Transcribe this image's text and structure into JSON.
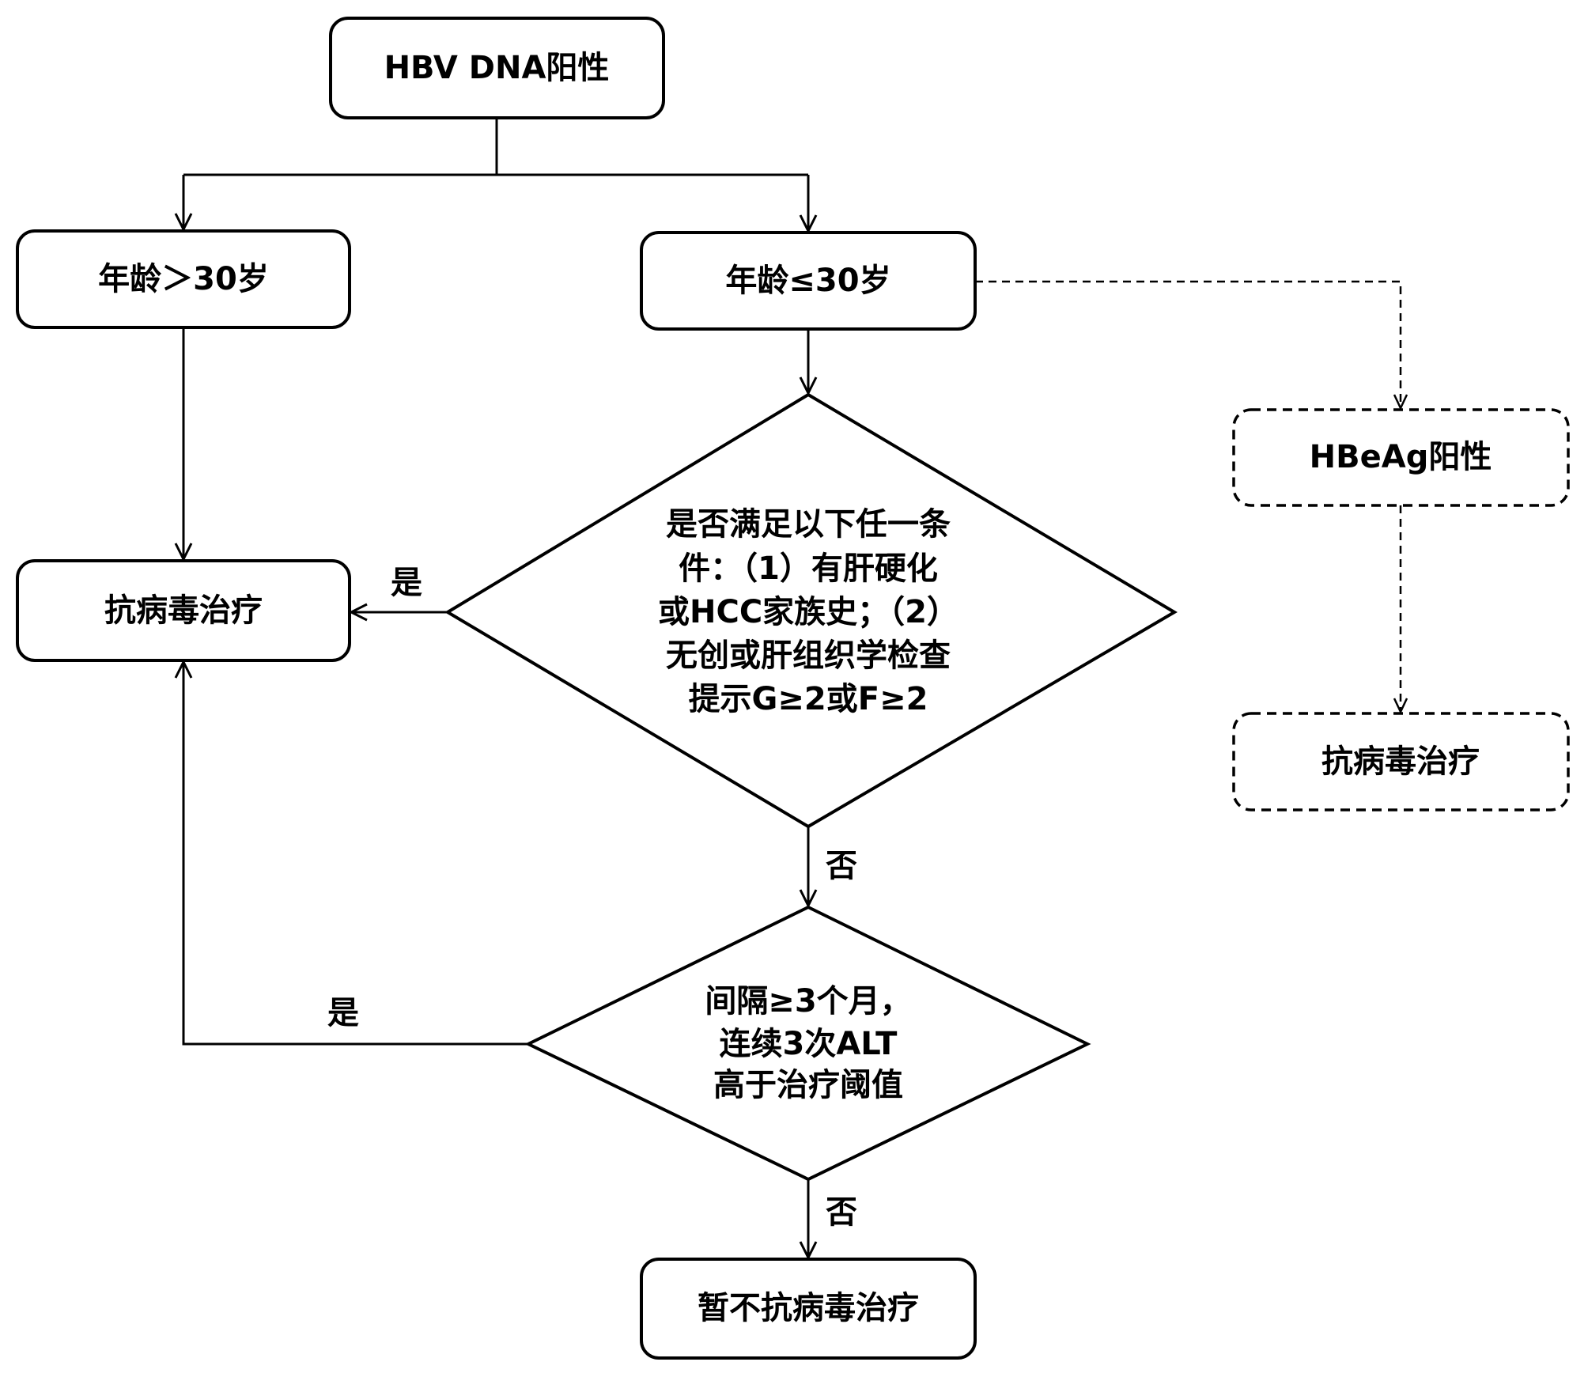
{
  "colors": {
    "stroke": "#000000",
    "background": "#ffffff"
  },
  "nodes": {
    "start": "HBV DNA阳性",
    "age_gt_30": "年龄＞30岁",
    "age_le_30": "年龄≤30岁",
    "hbeag": "HBeAg阳性",
    "antiviral_right": "抗病毒治疗",
    "antiviral_left": "抗病毒治疗",
    "no_antiviral": "暂不抗病毒治疗",
    "condition_1": {
      "lines": [
        "是否满足以下任一条",
        "件：（1）有肝硬化",
        "或HCC家族史；（2）",
        "无创或肝组织学检查",
        "提示G≥2或F≥2"
      ]
    },
    "condition_2": {
      "lines": [
        "间隔≥3个月，",
        "连续3次ALT",
        "高于治疗阈值"
      ]
    }
  },
  "labels": {
    "condition_1_yes": "是",
    "condition_1_no": "否",
    "condition_2_yes": "是",
    "condition_2_no": "否"
  }
}
